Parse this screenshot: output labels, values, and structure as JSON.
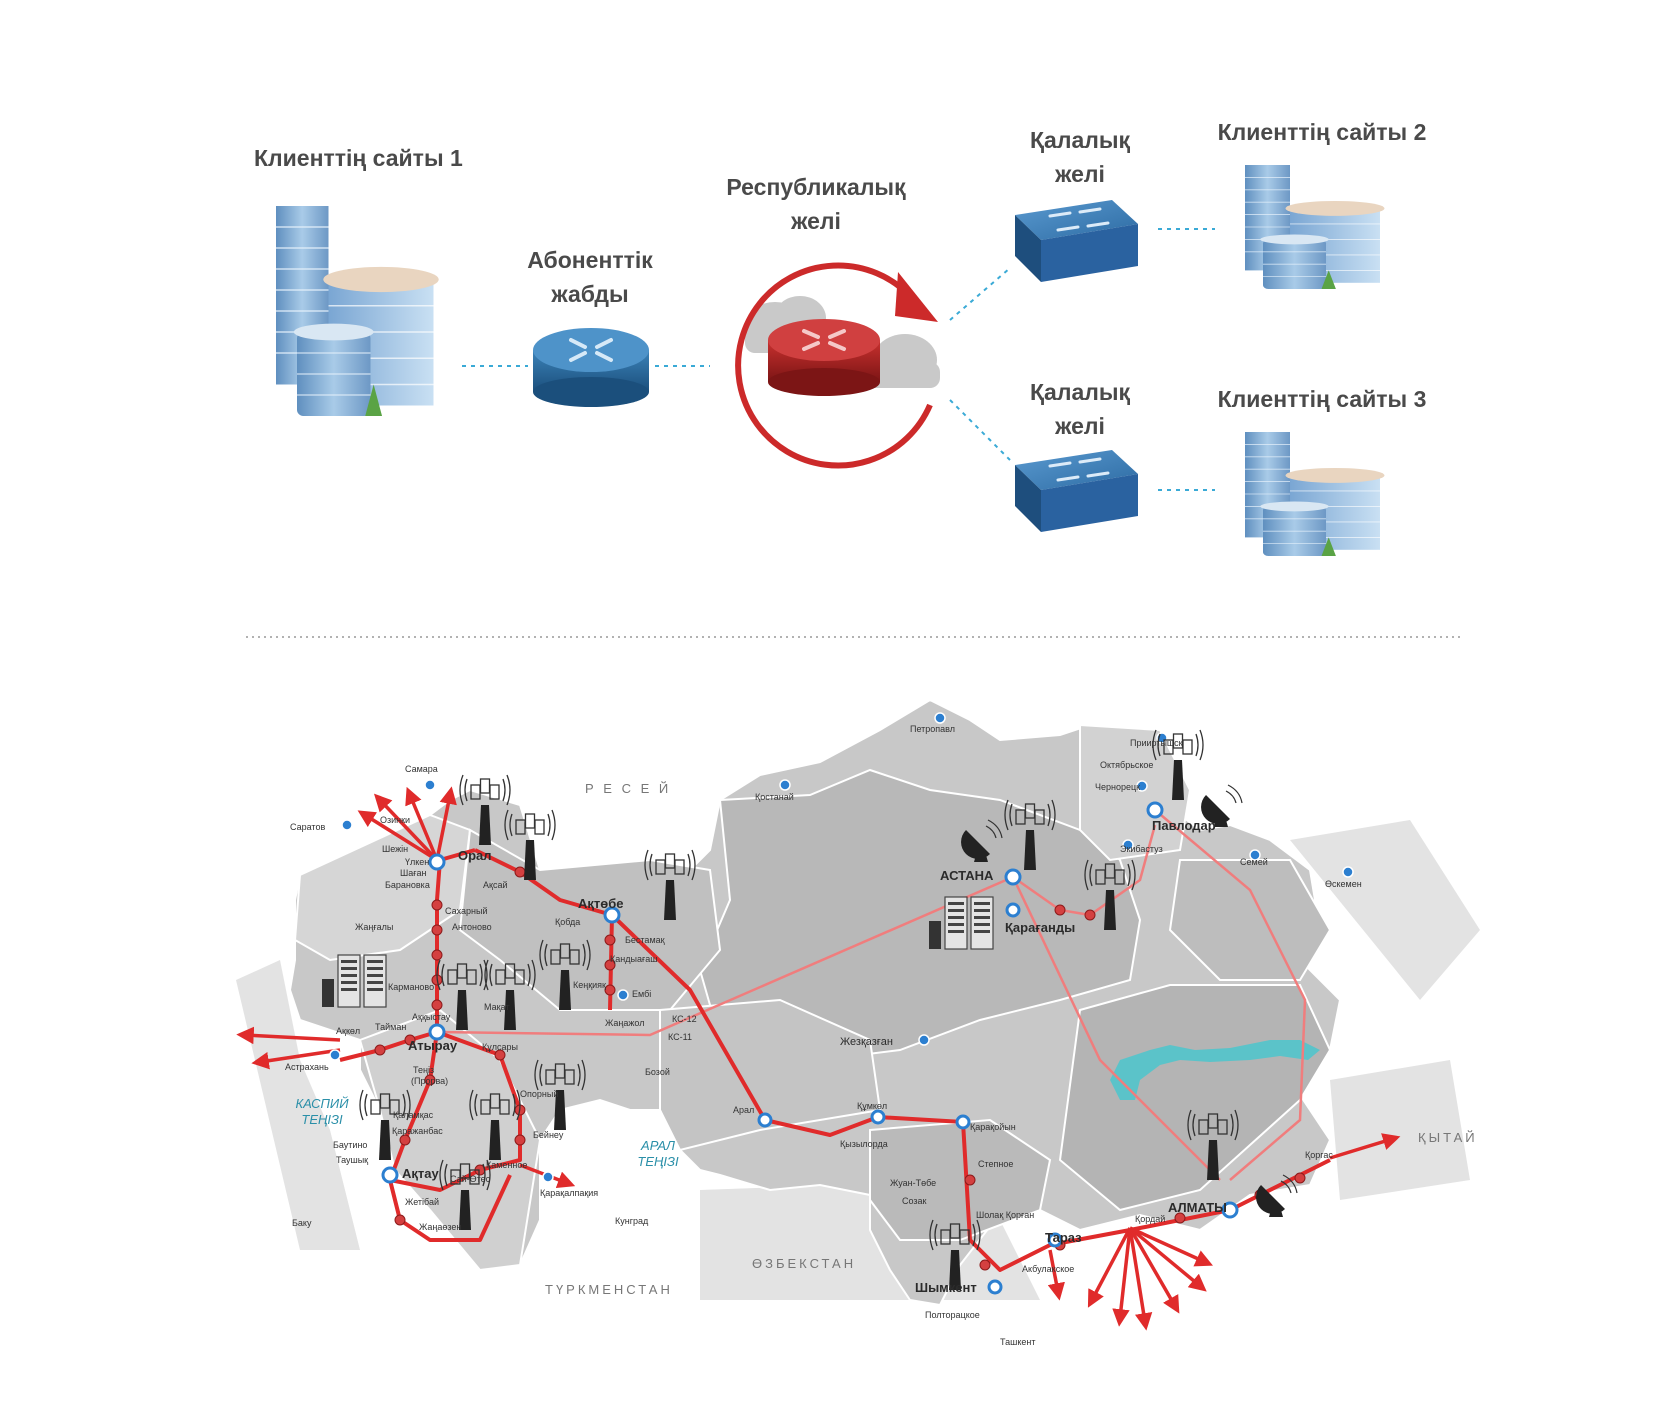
{
  "diagram": {
    "client_site_1": "Клиенттің сайты 1",
    "client_site_2": "Клиенттің сайты 2",
    "client_site_3": "Клиенттің сайты 3",
    "subscriber_equipment": [
      "Абоненттік",
      "жабды"
    ],
    "republic_network": [
      "Республикалық",
      "желі"
    ],
    "city_network": [
      "Қалалық",
      "желі"
    ]
  },
  "map": {
    "neighbors": {
      "russia": "Р Е С Е Й",
      "china": "ҚЫТАЙ",
      "uzbekistan": "ӨЗБЕКСТАН",
      "turkmenistan": "ТҮРКМЕНСТАН"
    },
    "seas": {
      "caspian": [
        "КАСПИЙ",
        "ТЕҢІЗІ"
      ],
      "aral": [
        "АРАЛ",
        "ТЕҢІЗІ"
      ]
    },
    "major_cities": {
      "astana": "АСТАНА",
      "almaty": "АЛМАТЫ",
      "atyrau": "Атырау",
      "aktau": "Ақтау",
      "aktobe": "Ақтөбе",
      "oral": "Орал",
      "pavlodar": "Павлодар",
      "karaganda": "Қарағанды",
      "shymkent": "Шымкент",
      "taraz": "Тараз",
      "zhezkazgan": "Жезқазған"
    },
    "small_cities": {
      "petropavl": "Петропавл",
      "kostanay": "Қостанай",
      "semey": "Семей",
      "oskemen": "Өскемен",
      "samara": "Самара",
      "saratov": "Саратов",
      "astrakhan": "Астрахань",
      "baku": "Баку",
      "kungrad": "Кунград",
      "tashkent": "Ташкент",
      "karakalpakia": "Қарақалпақия",
      "priirtyshsk": "Прииртышск",
      "oktyabrskoe": "Октябрьское",
      "chernoretsk": "Чернорецк",
      "ekibastuz": "Экибастуз",
      "ozinki": "Озинки",
      "shezhin": "Шежін",
      "ulken": "Үлкен",
      "shagan": "Шаған",
      "baranovka": "Барановка",
      "aksai": "Ақсай",
      "kobda": "Қобда",
      "sakharny": "Сахарный",
      "antonovo": "Антоново",
      "zhangaly": "Жаңғалы",
      "bestamak": "Бестамақ",
      "kandyagash": "Қандыағаш",
      "emba": "Ембі",
      "zhanazhol": "Жаңажол",
      "ks12": "КС-12",
      "ks11": "КС-11",
      "kenkiyak": "Кеңқияқ",
      "makat": "Мақат",
      "karmanovo": "Карманово",
      "akkol": "Ақкөл",
      "taiman": "Тайман",
      "akkystau": "Аққыстау",
      "kulsary": "Құлсары",
      "tengiz": "Теңіз",
      "prorva": "(Прорва)",
      "bozoy": "Бозой",
      "opornaya": "Опорный",
      "beineu": "Бейнеу",
      "kamennoe": "Каменное",
      "sai_utes": "Сай-Өтес",
      "kalamkas": "Қаламқас",
      "karazhanbas": "Қаражанбас",
      "bautino": "Баутино",
      "taushyk": "Таушық",
      "zhetybai": "Жетібай",
      "zhanaozen": "Жаңаөзен",
      "aral": "Арал",
      "kyzylorda": "Қызылорда",
      "kumkol": "Құмкөл",
      "karakoyyn": "Қарақойын",
      "stepnoe": "Степное",
      "zhuantobe": "Жуан-Төбе",
      "sozak": "Созак",
      "sholakkorgan": "Шолақ Қорған",
      "akbulakskoe": "Акбулакское",
      "poltoratskoe": "Полторацкое",
      "korday": "Қордай",
      "khorgos": "Қоргас"
    },
    "colors": {
      "land": "#c8c8c8",
      "region_border": "#ffffff",
      "route_main": "#e02b2b",
      "route_secondary": "#f07d7d",
      "lake": "#5bc3c9",
      "node": "#2c7fd0"
    }
  }
}
